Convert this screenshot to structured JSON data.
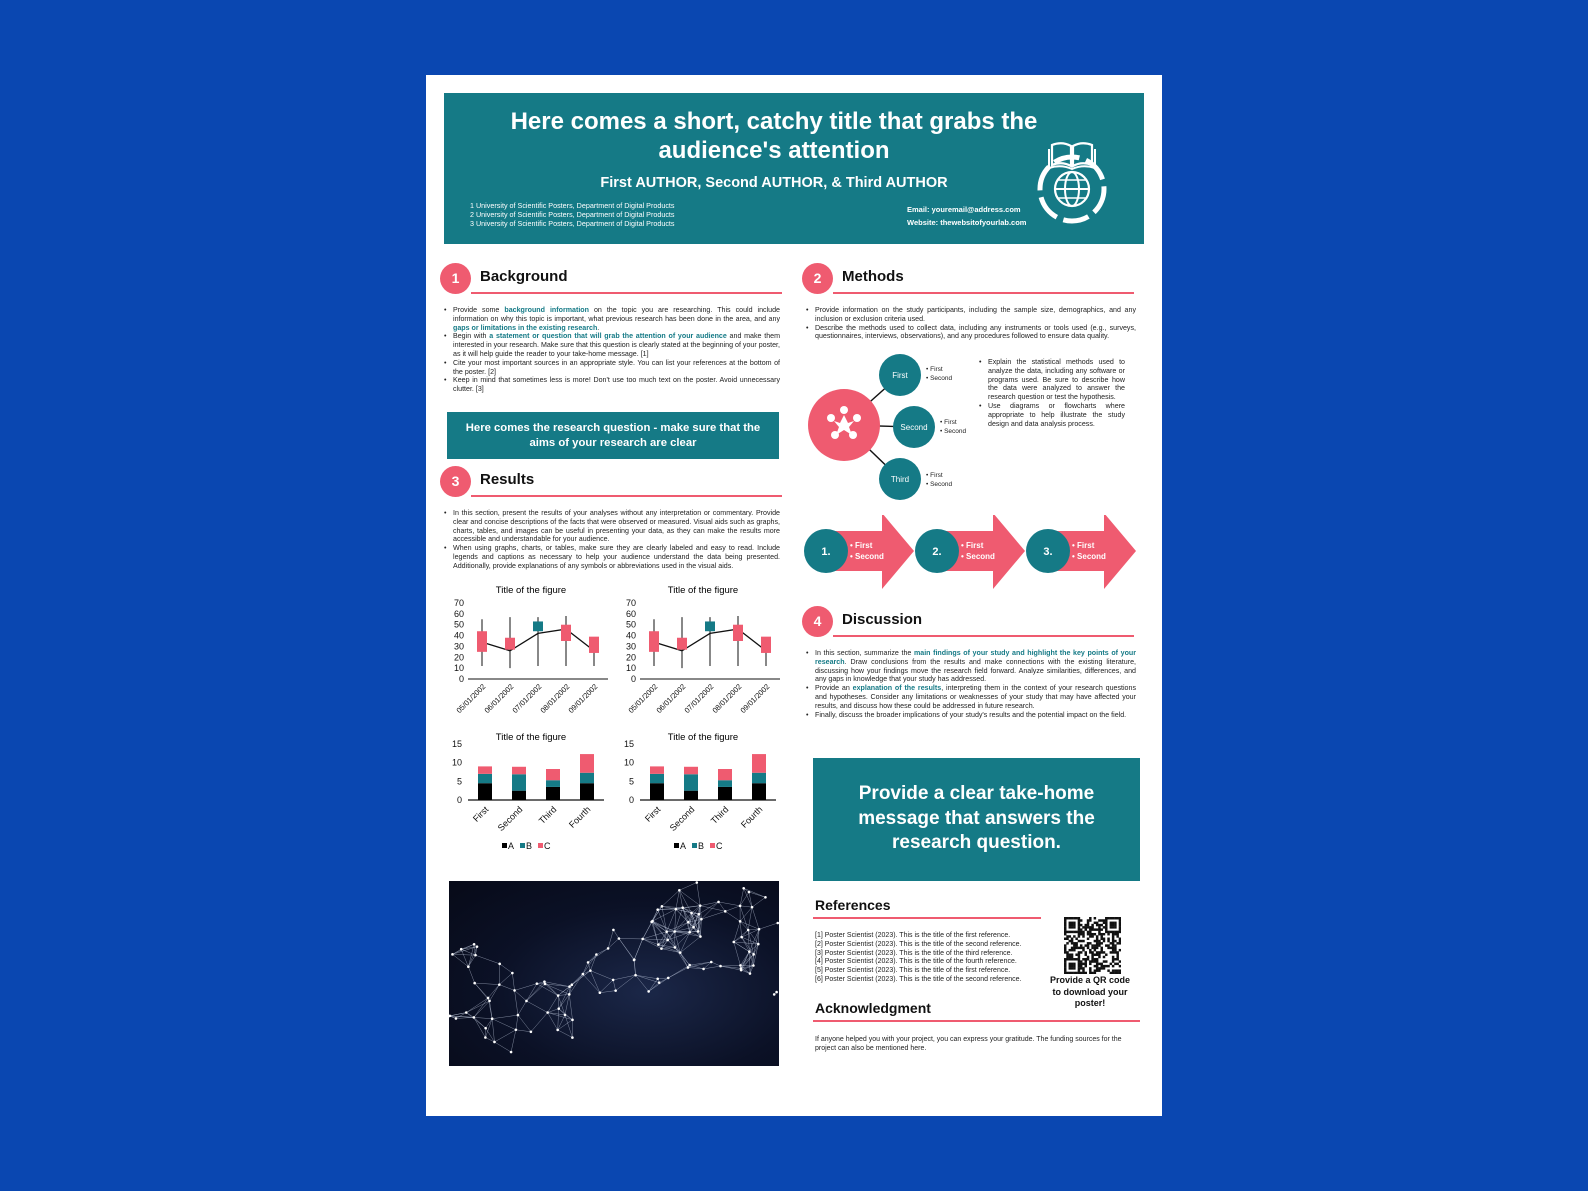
{
  "header": {
    "title_line1": "Here comes a short, catchy title that grabs the",
    "title_line2": "audience's attention",
    "authors": "First AUTHOR, Second AUTHOR, & Third AUTHOR",
    "affiliations": [
      "1 University of Scientific Posters, Department of Digital Products",
      "2 University of Scientific Posters, Department of Digital Products",
      "3 University of Scientific Posters, Department of Digital Products"
    ],
    "email": "Email: youremail@address.com",
    "website": "Website: thewebsitofyourlab.com",
    "logo_icon": "book-globe-icon"
  },
  "colors": {
    "accent": "#157a86",
    "pink": "#ef5b70",
    "background": "#0a47b1"
  },
  "background": {
    "num": "1",
    "title": "Background",
    "b1_pre": "Provide some ",
    "b1_hl1": "background information",
    "b1_mid": " on the topic you are researching. This could include information on why this topic is important, what previous research has been done in the area, and any ",
    "b1_hl2": "gaps or limitations in the existing research",
    "b1_post": ".",
    "b2_pre": "Begin with ",
    "b2_hl": "a statement or question that will grab the attention of your audience",
    "b2_post": " and make them interested in your research. Make sure that this question is clearly stated at the beginning of your poster, as it will help guide the reader to your take-home message. [1]",
    "b3": "Cite your most important sources in an appropriate style. You can list your references at the bottom of the poster. [2]",
    "b4": "Keep in mind that sometimes less is more! Don't use too much text on the poster. Avoid unnecessary clutter. [3]"
  },
  "research_question": {
    "line1": "Here comes the research question - make sure that the",
    "line2": "aims of your research are clear"
  },
  "results": {
    "num": "3",
    "title": "Results",
    "b1": "In this section, present the results of your analyses without any interpretation or commentary. Provide clear and concise descriptions of the facts that were observed or measured. Visual aids such as graphs, charts, tables, and images can be useful in presenting your data, as they can make the results more accessible and understandable for your audience.",
    "b2": "When using graphs, charts, or tables, make sure they are clearly labeled and easy to read. Include legends and captions as necessary to help your audience understand the data being presented. Additionally, provide explanations of any symbols or abbreviations used in the visual aids."
  },
  "methods": {
    "num": "2",
    "title": "Methods",
    "b1": "Provide information on the study participants, including the sample size, demographics, and any inclusion or exclusion criteria used.",
    "b2": "Describe the methods used to collect data, including any instruments or tools used (e.g., surveys, questionnaires, interviews, observations), and any procedures followed to ensure data quality.",
    "b3": "Explain the statistical methods used to analyze the data, including any software or programs used. Be sure to describe how the data were analyzed to answer the research question or test the hypothesis.",
    "b4": "Use diagrams or flowcharts where appropriate to help illustrate the study design and data analysis process.",
    "hub_icon": "people-star-icon",
    "nodes": [
      "First",
      "Second",
      "Third"
    ],
    "sub_first": "First",
    "sub_second": "Second",
    "steps": [
      "1.",
      "2.",
      "3."
    ]
  },
  "discussion": {
    "num": "4",
    "title": "Discussion",
    "b1_pre": "In this section, summarize the ",
    "b1_hl": "main findings of your study and highlight the key points of your research",
    "b1_post": ". Draw conclusions from the results and make connections with the existing literature, discussing how your findings move the research field forward. Analyze similarities, differences, and any gaps in knowledge that your study has addressed.",
    "b2_pre": "Provide an ",
    "b2_hl": "explanation of the results",
    "b2_post": ", interpreting them in the context of your research questions and hypotheses. Consider any limitations or weaknesses of your study that may have affected your results, and discuss how these could be addressed in future research.",
    "b3": "Finally, discuss the broader implications of your study's results and the potential impact on the field."
  },
  "take_home": {
    "line1": "Provide a clear take-home",
    "line2": "message that answers the",
    "line3": "research question."
  },
  "references": {
    "title": "References",
    "items": [
      "[1] Poster Scientist (2023). This is the title of the first reference.",
      "[2] Poster Scientist (2023). This is the title of the second reference.",
      "[3] Poster Scientist (2023). This is the title of the third reference.",
      "[4] Poster Scientist (2023). This is the title of the fourth reference.",
      "[5] Poster Scientist (2023). This is the title of the first reference.",
      "[6] Poster Scientist (2023). This is the title of the second reference."
    ],
    "qr_icon": "qr-code-icon",
    "qr_caption1": "Provide a QR code",
    "qr_caption2": "to download your",
    "qr_caption3": "poster!"
  },
  "acknowledgment": {
    "title": "Acknowledgment",
    "text": "If anyone helped you with your project, you can express your gratitude. The funding sources for the project can also be mentioned here."
  },
  "image_icon": "network-mesh-image",
  "chart_data": [
    {
      "type": "candlestick",
      "title": "Title of the figure",
      "categories": [
        "05/01/2002",
        "06/01/2002",
        "07/01/2002",
        "08/01/2002",
        "09/01/2002"
      ],
      "open": [
        44,
        38,
        44,
        50,
        39
      ],
      "close": [
        25,
        27,
        53,
        35,
        24
      ],
      "high": [
        55,
        57,
        57,
        58,
        37
      ],
      "low": [
        12,
        10,
        12,
        12,
        12
      ],
      "line": [
        34,
        26,
        42,
        46,
        26
      ],
      "ylim": [
        0,
        70
      ],
      "yticks": [
        0,
        10,
        20,
        30,
        40,
        50,
        60,
        70
      ]
    },
    {
      "type": "candlestick",
      "title": "Title of the figure",
      "categories": [
        "05/01/2002",
        "06/01/2002",
        "07/01/2002",
        "08/01/2002",
        "09/01/2002"
      ],
      "open": [
        44,
        38,
        44,
        50,
        39
      ],
      "close": [
        25,
        27,
        53,
        35,
        24
      ],
      "high": [
        55,
        57,
        57,
        58,
        37
      ],
      "low": [
        12,
        10,
        12,
        12,
        12
      ],
      "line": [
        34,
        26,
        42,
        46,
        26
      ],
      "ylim": [
        0,
        70
      ],
      "yticks": [
        0,
        10,
        20,
        30,
        40,
        50,
        60,
        70
      ]
    },
    {
      "type": "bar",
      "stacked": true,
      "title": "Title of the figure",
      "categories": [
        "First",
        "Second",
        "Third",
        "Fourth"
      ],
      "series": [
        {
          "name": "A",
          "values": [
            4.5,
            2.5,
            3.5,
            4.5
          ],
          "color": "#000000"
        },
        {
          "name": "B",
          "values": [
            2.5,
            4.4,
            1.8,
            2.8
          ],
          "color": "#157a86"
        },
        {
          "name": "C",
          "values": [
            2,
            2,
            3,
            5
          ],
          "color": "#ef5b70"
        }
      ],
      "ylim": [
        0,
        15
      ],
      "yticks": [
        0,
        5,
        10,
        15
      ]
    },
    {
      "type": "bar",
      "stacked": true,
      "title": "Title of the figure",
      "categories": [
        "First",
        "Second",
        "Third",
        "Fourth"
      ],
      "series": [
        {
          "name": "A",
          "values": [
            4.5,
            2.5,
            3.5,
            4.5
          ],
          "color": "#000000"
        },
        {
          "name": "B",
          "values": [
            2.5,
            4.4,
            1.8,
            2.8
          ],
          "color": "#157a86"
        },
        {
          "name": "C",
          "values": [
            2,
            2,
            3,
            5
          ],
          "color": "#ef5b70"
        }
      ],
      "ylim": [
        0,
        15
      ],
      "yticks": [
        0,
        5,
        10,
        15
      ]
    }
  ]
}
